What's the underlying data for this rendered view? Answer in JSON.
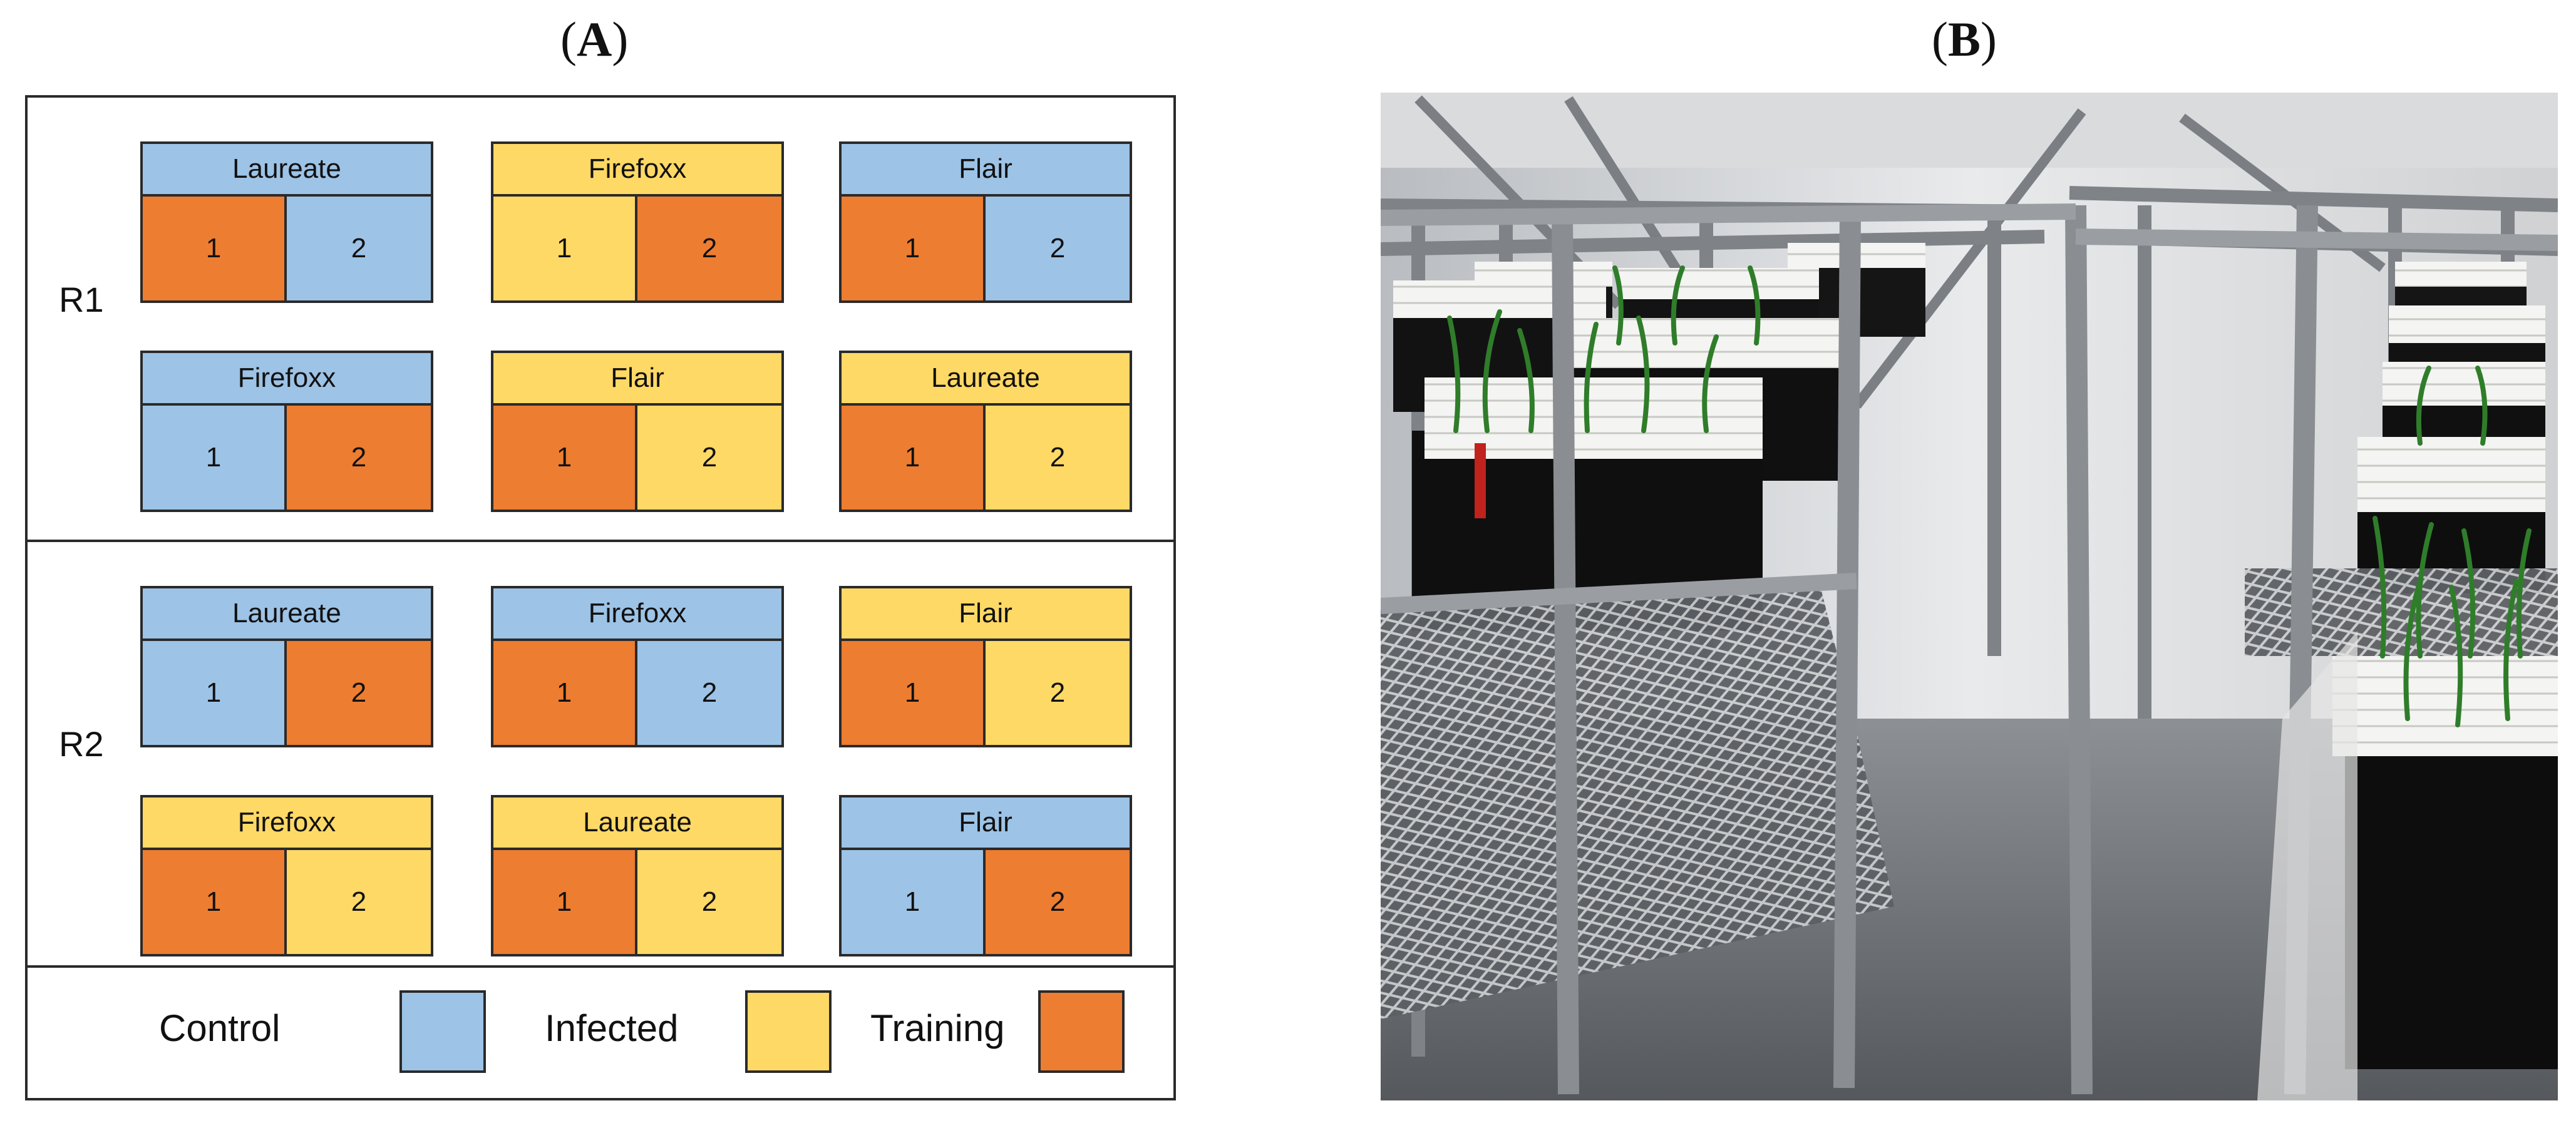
{
  "panels": {
    "a_label": "A",
    "b_label": "B"
  },
  "replicates": [
    {
      "label": "R1",
      "rows": [
        [
          {
            "cultivar": "Laureate",
            "header_color": "#9dc3e6",
            "cells": [
              {
                "n": "1",
                "treatment": "Training"
              },
              {
                "n": "2",
                "treatment": "Control"
              }
            ]
          },
          {
            "cultivar": "Firefoxx",
            "header_color": "#ffd966",
            "cells": [
              {
                "n": "1",
                "treatment": "Infected"
              },
              {
                "n": "2",
                "treatment": "Training"
              }
            ]
          },
          {
            "cultivar": "Flair",
            "header_color": "#9dc3e6",
            "cells": [
              {
                "n": "1",
                "treatment": "Training"
              },
              {
                "n": "2",
                "treatment": "Control"
              }
            ]
          }
        ],
        [
          {
            "cultivar": "Firefoxx",
            "header_color": "#9dc3e6",
            "cells": [
              {
                "n": "1",
                "treatment": "Control"
              },
              {
                "n": "2",
                "treatment": "Training"
              }
            ]
          },
          {
            "cultivar": "Flair",
            "header_color": "#ffd966",
            "cells": [
              {
                "n": "1",
                "treatment": "Training"
              },
              {
                "n": "2",
                "treatment": "Infected"
              }
            ]
          },
          {
            "cultivar": "Laureate",
            "header_color": "#ffd966",
            "cells": [
              {
                "n": "1",
                "treatment": "Training"
              },
              {
                "n": "2",
                "treatment": "Infected"
              }
            ]
          }
        ]
      ]
    },
    {
      "label": "R2",
      "rows": [
        [
          {
            "cultivar": "Laureate",
            "header_color": "#9dc3e6",
            "cells": [
              {
                "n": "1",
                "treatment": "Control"
              },
              {
                "n": "2",
                "treatment": "Training"
              }
            ]
          },
          {
            "cultivar": "Firefoxx",
            "header_color": "#9dc3e6",
            "cells": [
              {
                "n": "1",
                "treatment": "Training"
              },
              {
                "n": "2",
                "treatment": "Control"
              }
            ]
          },
          {
            "cultivar": "Flair",
            "header_color": "#ffd966",
            "cells": [
              {
                "n": "1",
                "treatment": "Training"
              },
              {
                "n": "2",
                "treatment": "Infected"
              }
            ]
          }
        ],
        [
          {
            "cultivar": "Firefoxx",
            "header_color": "#ffd966",
            "cells": [
              {
                "n": "1",
                "treatment": "Training"
              },
              {
                "n": "2",
                "treatment": "Infected"
              }
            ]
          },
          {
            "cultivar": "Laureate",
            "header_color": "#ffd966",
            "cells": [
              {
                "n": "1",
                "treatment": "Training"
              },
              {
                "n": "2",
                "treatment": "Infected"
              }
            ]
          },
          {
            "cultivar": "Flair",
            "header_color": "#9dc3e6",
            "cells": [
              {
                "n": "1",
                "treatment": "Control"
              },
              {
                "n": "2",
                "treatment": "Training"
              }
            ]
          }
        ]
      ]
    }
  ],
  "legend": [
    {
      "label": "Control",
      "color": "#9dc3e6"
    },
    {
      "label": "Infected",
      "color": "#ffd966"
    },
    {
      "label": "Training",
      "color": "#ed7d31"
    }
  ],
  "colors": {
    "Control": "#9dc3e6",
    "Infected": "#ffd966",
    "Training": "#ed7d31"
  }
}
